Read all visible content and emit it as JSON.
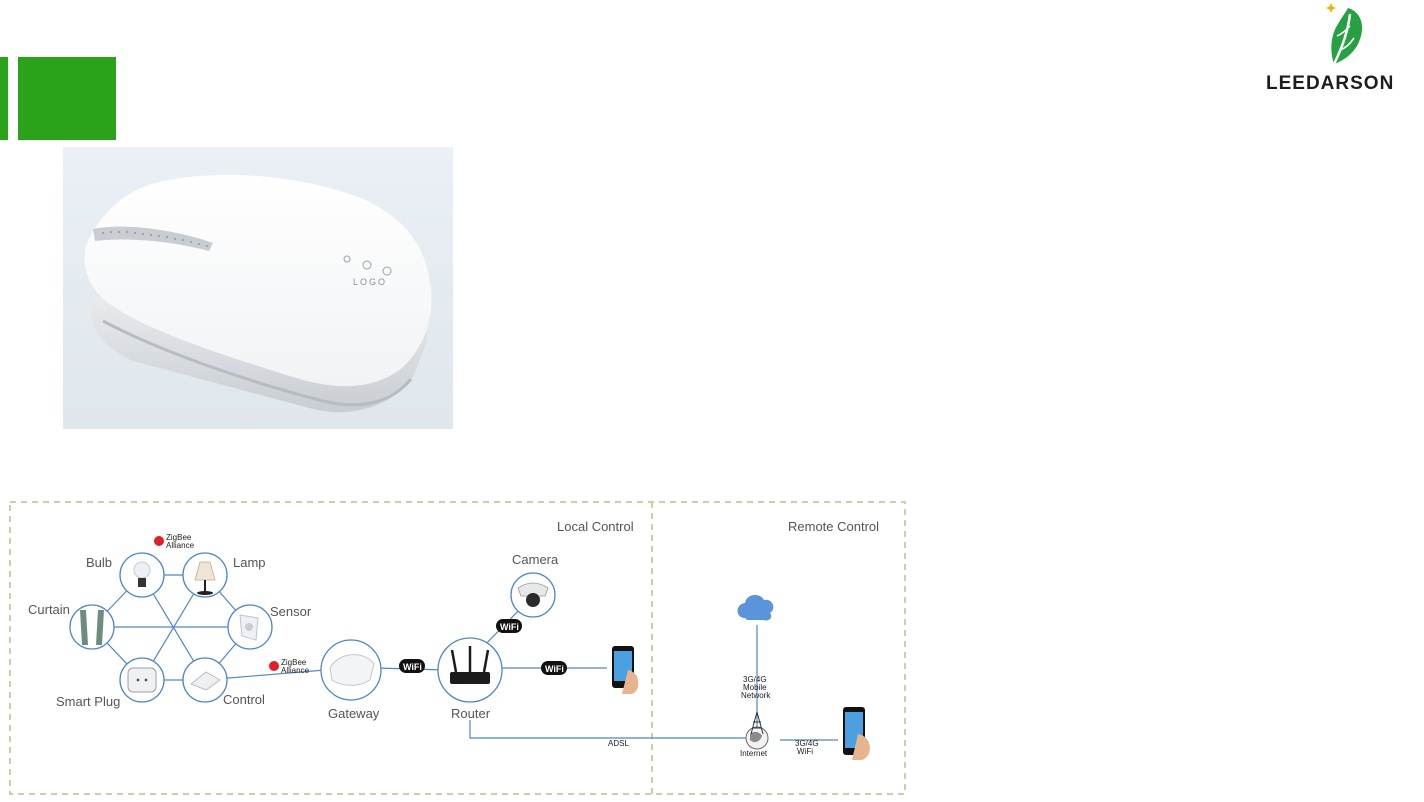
{
  "brand": {
    "name": "LEEDARSON",
    "colors": {
      "accent_green": "#2aa31b",
      "leaf_green": "#27a043",
      "text_dark": "#1d1d1d"
    }
  },
  "product": {
    "device_logo_text": "LOGO"
  },
  "diagram": {
    "sections": {
      "local": "Local Control",
      "remote": "Remote Control"
    },
    "devices": {
      "bulb": "Bulb",
      "lamp": "Lamp",
      "curtain": "Curtain",
      "sensor": "Sensor",
      "smart_plug": "Smart Plug",
      "control": "Control",
      "camera": "Camera",
      "gateway": "Gateway",
      "router": "Router"
    },
    "links": {
      "adsl": "ADSL",
      "mobile_network_line1": "3G/4G",
      "mobile_network_line2": "Mobile",
      "mobile_network_line3": "Network",
      "internet": "Internet",
      "phone_link_line1": "3G/4G",
      "phone_link_line2": "WiFi"
    },
    "badges": {
      "zigbee_line1": "ZigBee",
      "zigbee_line2": "Alliance",
      "wifi": "WiFi"
    }
  }
}
